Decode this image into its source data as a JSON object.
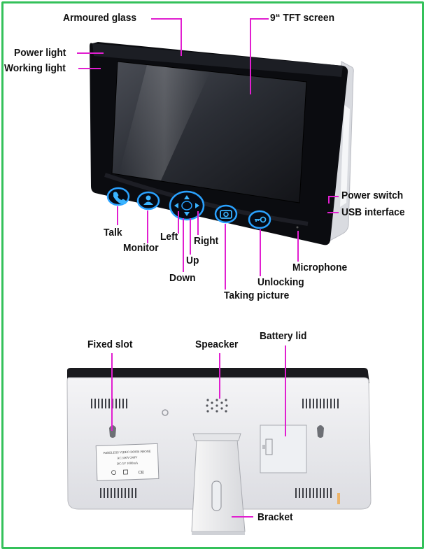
{
  "labels": {
    "armoured_glass": "Armoured glass",
    "tft_screen": "9“ TFT screen",
    "power_light": "Power light",
    "working_light": "Working light",
    "power_switch": "Power switch",
    "usb_interface": "USB interface",
    "talk": "Talk",
    "monitor": "Monitor",
    "left": "Left",
    "right": "Right",
    "up": "Up",
    "down": "Down",
    "microphone": "Microphone",
    "unlocking": "Unlocking",
    "taking_picture": "Taking picture",
    "fixed_slot": "Fixed slot",
    "speacker": "Speacker",
    "battery_lid": "Battery lid",
    "bracket": "Bracket"
  },
  "rating_label": {
    "line1": "WIRELESS VIDEO DOOR PHONE",
    "line2": "AC:100V-240V",
    "line3": "DC:5V   1000mA"
  },
  "colors": {
    "border": "#34c15a",
    "leader": "#e11fd0",
    "button_glow": "#2aa2ff",
    "bezel": "#0b0c10"
  },
  "icons": [
    "phone-icon",
    "person-icon",
    "direction-pad-icon",
    "camera-icon",
    "key-icon"
  ]
}
